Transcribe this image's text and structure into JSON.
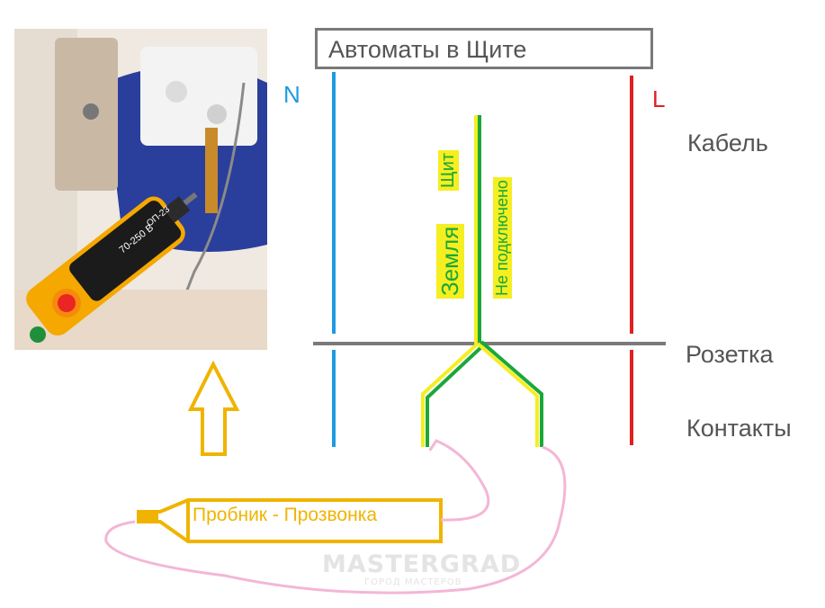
{
  "header_box": {
    "label": "Автоматы в Щите"
  },
  "phase_labels": {
    "neutral": "N",
    "line": "L"
  },
  "side_labels": {
    "cable": "Кабель",
    "socket": "Розетка",
    "contacts": "Контакты"
  },
  "ground_labels": {
    "panel": "Щит",
    "ground": "Земля",
    "not_connected": "Не подключено"
  },
  "probe": {
    "label": "Пробник - Прозвонка"
  },
  "photo": {
    "tester_text": "70-250 В",
    "tester_model": "ОП-23"
  },
  "watermark": {
    "title": "MASTERGRAD",
    "subtitle": "ГОРОД МАСТЕРОВ"
  },
  "colors": {
    "neutral_wire": "#1e9be0",
    "line_wire": "#e02020",
    "ground_green": "#1aa83a",
    "ground_yellow": "#f5ee20",
    "frame_gray": "#7a7a7a",
    "probe_yellow": "#f0b400",
    "probe_lead_pink": "#f4b6d6",
    "text_gray": "#555555",
    "label_green": "#1aa83a"
  }
}
